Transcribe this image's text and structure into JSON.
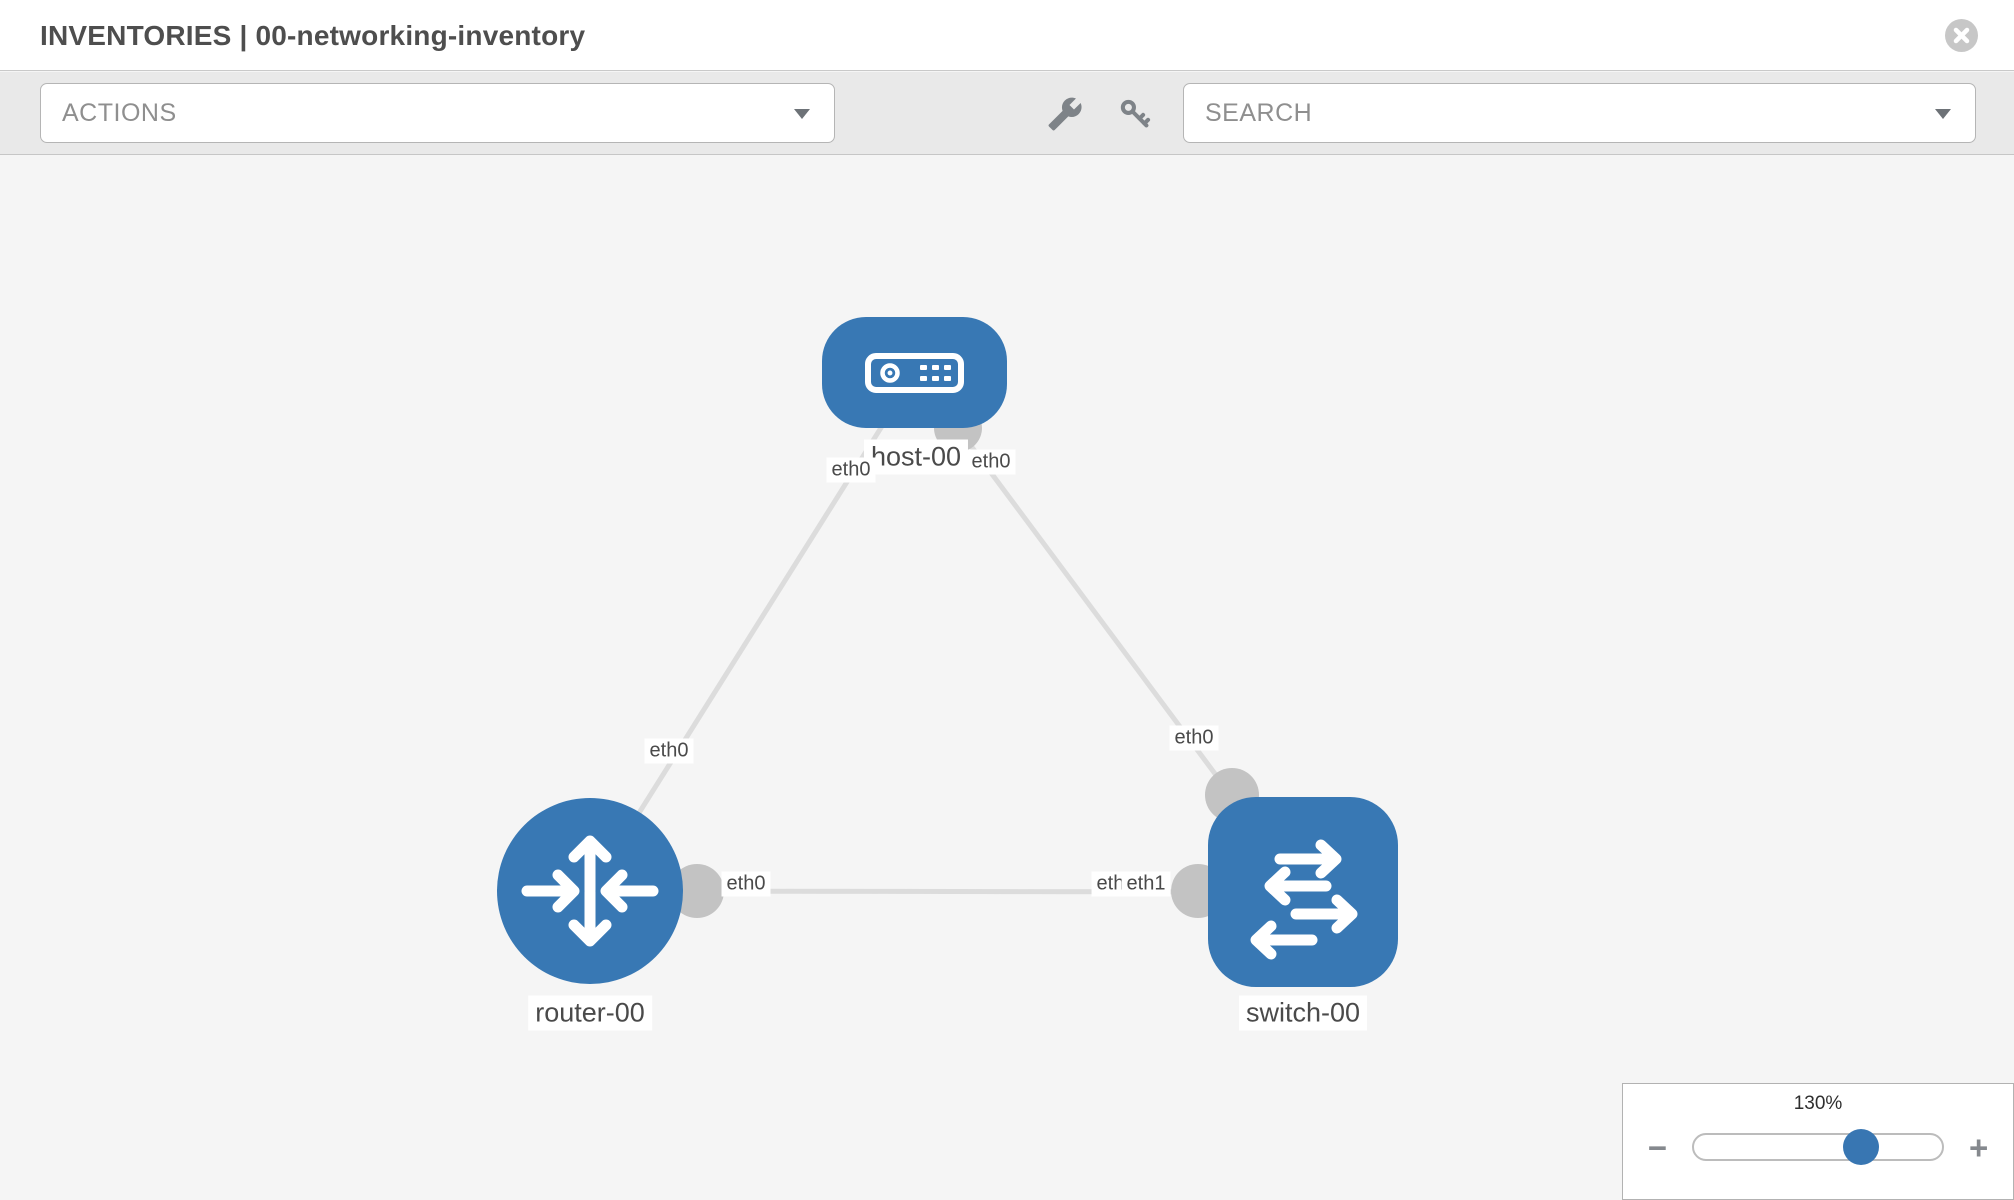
{
  "header": {
    "title": "INVENTORIES | 00-networking-inventory"
  },
  "toolbar": {
    "actions_dropdown": {
      "label": "ACTIONS"
    },
    "search_dropdown": {
      "label": "SEARCH"
    },
    "tool_icons": [
      "wrench-icon",
      "key-icon"
    ]
  },
  "diagram": {
    "nodes": [
      {
        "id": "host-00",
        "type": "host",
        "label": "host-00"
      },
      {
        "id": "router-00",
        "type": "router",
        "label": "router-00"
      },
      {
        "id": "switch-00",
        "type": "switch",
        "label": "switch-00"
      }
    ],
    "links": [
      {
        "from": "host-00",
        "to": "router-00",
        "from_interface": "eth0",
        "to_interface": "eth0"
      },
      {
        "from": "host-00",
        "to": "switch-00",
        "from_interface": "eth0",
        "to_interface": "eth0"
      },
      {
        "from": "router-00",
        "to": "switch-00",
        "from_interface": "eth0",
        "to_interface": "eth1",
        "to_interface_overlapped": "eth1"
      }
    ],
    "colors": {
      "node_fill": "#3878b4",
      "connector_fill": "#c3c3c3",
      "link_stroke": "#dcdcdc",
      "canvas_background": "#f5f5f5"
    }
  },
  "zoom_control": {
    "value": "130%",
    "minus": "−",
    "plus": "+"
  }
}
